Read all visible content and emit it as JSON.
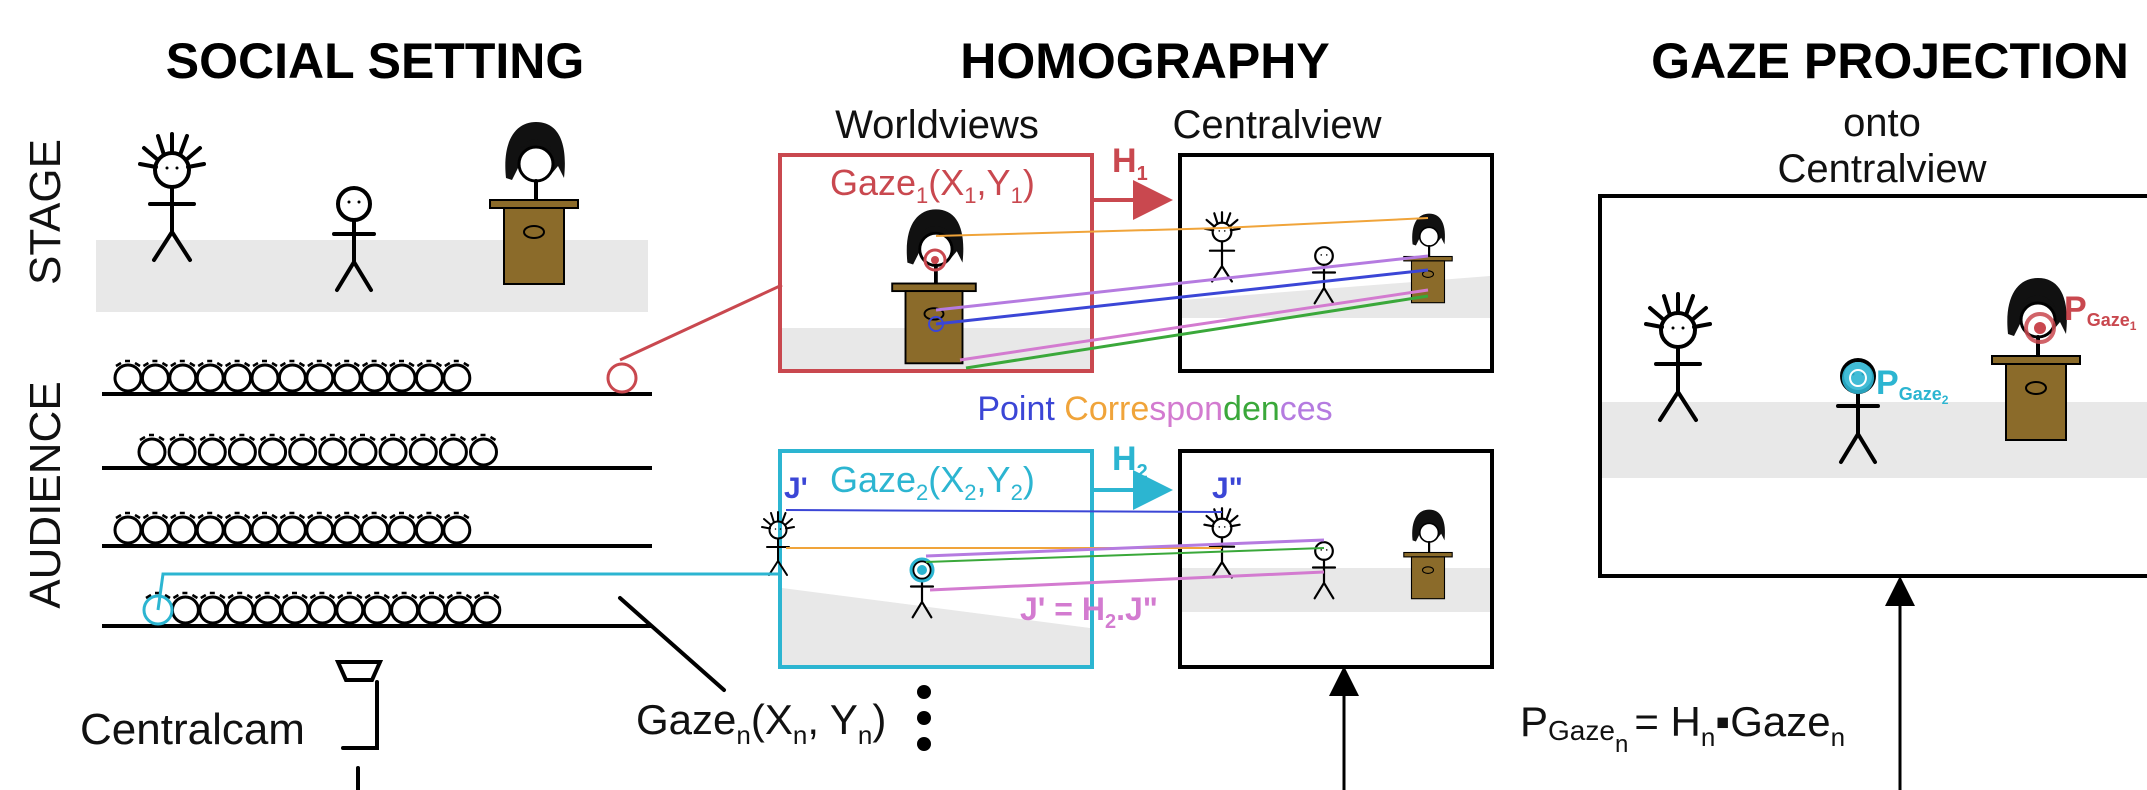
{
  "headers": {
    "social_setting": "SOCIAL SETTING",
    "homography": "HOMOGRAPHY",
    "gaze_projection": "GAZE PROJECTION"
  },
  "labels": {
    "stage": "STAGE",
    "audience": "AUDIENCE",
    "centralcam": "Centralcam",
    "worldviews": "Worldviews",
    "centralview": "Centralview",
    "onto": "onto",
    "onto_centralview": "Centralview",
    "point_correspondences": [
      "Point ",
      "Corre",
      "spon",
      "den",
      "ces"
    ],
    "h1": "H",
    "h1_sub": "1",
    "h2": "H",
    "h2_sub": "2",
    "gaze1": {
      "a": "Gaze",
      "sub1": "1",
      "b": "(X",
      "sub2": "1",
      "c": ",Y",
      "sub3": "1",
      "d": ")"
    },
    "gaze2": {
      "a": "Gaze",
      "sub1": "2",
      "b": "(X",
      "sub2": "2",
      "c": ",Y",
      "sub3": "2",
      "d": ")"
    },
    "gazen": {
      "a": "Gaze",
      "sub1": "n",
      "b": "(X",
      "sub2": "n",
      "c": ", Y",
      "sub3": "n",
      "d": ")"
    },
    "j_prime": "J'",
    "j_double": "J\"",
    "j_equation": {
      "a": "J' = H",
      "sub": "2",
      "b": ".J\""
    },
    "p_gaze1": {
      "a": "P",
      "sub": "Gaze",
      "subsub": "1"
    },
    "p_gaze2": {
      "a": "P",
      "sub": "Gaze",
      "subsub": "2"
    },
    "formula": {
      "p": "P",
      "gaze": "Gaze",
      "n1": "n",
      "eq": "= H",
      "n2": "n",
      "dot": "▪",
      "gaze2": "Gaze",
      "n3": "n"
    }
  },
  "colors": {
    "red": "#c9484f",
    "cyan": "#2cb5d1",
    "blue": "#3b46d6",
    "purple": "#b57be0",
    "orange": "#f0a43a",
    "green": "#3aa83a",
    "pink": "#d37bd0",
    "podium": "#8b6b2a",
    "stage_gray": "#e8e8e8"
  },
  "audience_rows": [
    {
      "seats": 13,
      "highlight": "last",
      "highlight_color": "red"
    },
    {
      "seats": 12,
      "highlight": "none"
    },
    {
      "seats": 13,
      "highlight": "none"
    },
    {
      "seats": 13,
      "highlight": "first",
      "highlight_color": "cyan"
    }
  ]
}
